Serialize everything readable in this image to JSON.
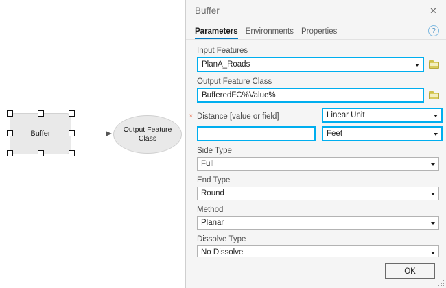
{
  "canvas": {
    "process_node_label": "Buffer",
    "output_node_label": "Output Feature Class"
  },
  "panel": {
    "title": "Buffer",
    "close_label": "✕",
    "help_label": "?",
    "tabs": [
      {
        "label": "Parameters",
        "active": true
      },
      {
        "label": "Environments",
        "active": false
      },
      {
        "label": "Properties",
        "active": false
      }
    ],
    "fields": {
      "input_features": {
        "label": "Input Features",
        "value": "PlanA_Roads"
      },
      "output_feature_class": {
        "label": "Output Feature Class",
        "value": "BufferedFC%Value%"
      },
      "distance": {
        "label": "Distance [value or field]",
        "required_marker": "*",
        "value": "",
        "placeholder": "",
        "type_value": "Linear Unit",
        "unit_value": "Feet"
      },
      "side_type": {
        "label": "Side Type",
        "value": "Full"
      },
      "end_type": {
        "label": "End Type",
        "value": "Round"
      },
      "method": {
        "label": "Method",
        "value": "Planar"
      },
      "dissolve_type": {
        "label": "Dissolve Type",
        "value": "No Dissolve"
      }
    },
    "footer": {
      "ok_label": "OK"
    }
  },
  "colors": {
    "highlight_border": "#00aeef",
    "tab_underline": "#0079c1",
    "required_star": "#e8603c",
    "folder_icon": "#d8cb5e",
    "node_fill": "#e9e9e9"
  }
}
